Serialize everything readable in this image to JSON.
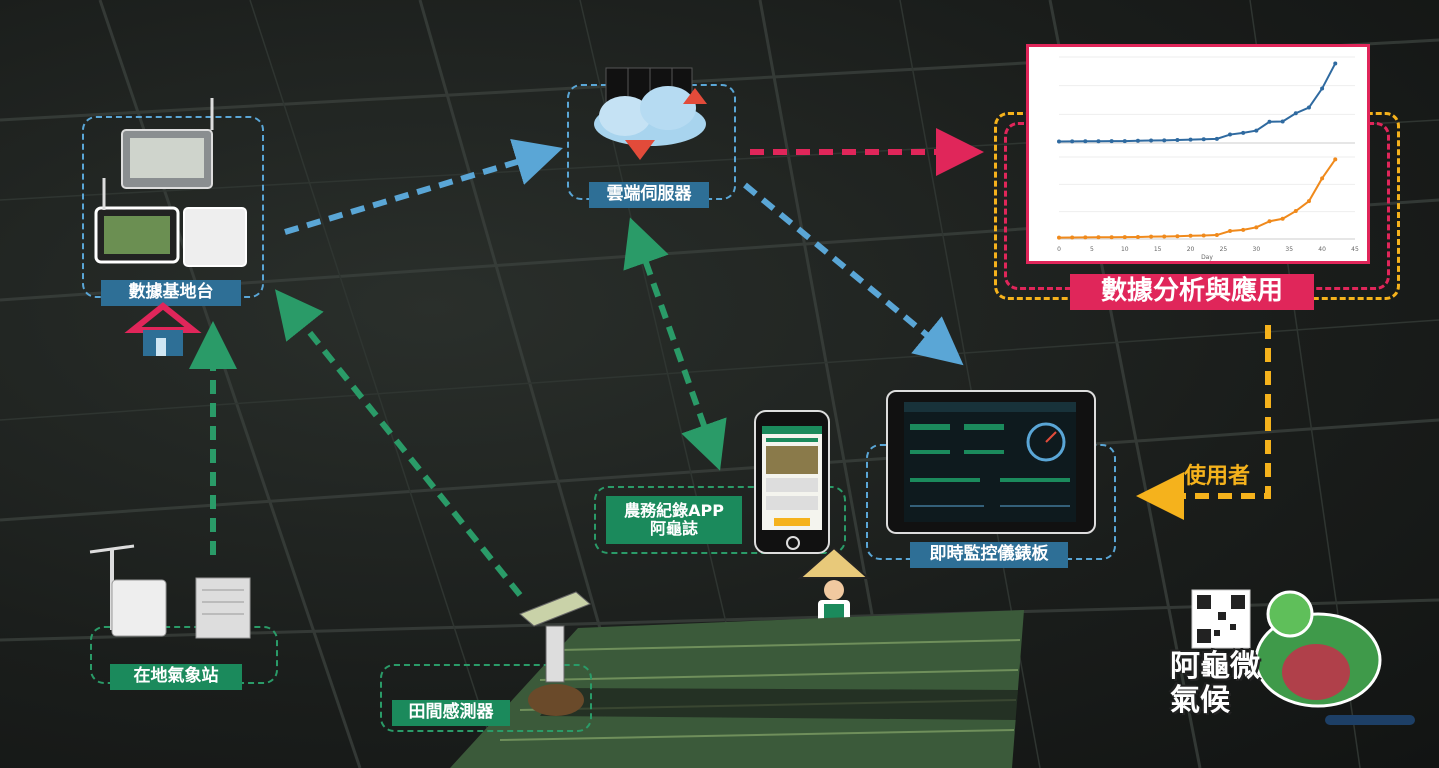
{
  "nodes": {
    "base": "數據基地台",
    "cloud": "雲端伺服器",
    "analysis": "數據分析與應用",
    "app_line1": "農務紀錄APP",
    "app_line2": "阿龜誌",
    "dashboard": "即時監控儀錶板",
    "weather": "在地氣象站",
    "sensor": "田間感測器",
    "user": "使用者"
  },
  "logo": {
    "title": "阿龜微氣候"
  },
  "colors": {
    "blue": "#5aa6d6",
    "green": "#2a9b68",
    "red": "#e0265a",
    "orange": "#f5b21c"
  },
  "chart_data": {
    "type": "line",
    "xlabel": "Day",
    "x_ticks": [
      "0",
      "5",
      "10",
      "15",
      "20",
      "25",
      "30",
      "35",
      "40",
      "45"
    ],
    "series": [
      {
        "x": [
          0,
          2,
          4,
          6,
          8,
          10,
          12,
          14,
          16,
          18,
          20,
          22,
          24,
          26,
          28,
          30,
          32,
          34,
          36,
          38,
          40,
          42
        ],
        "values": [
          21,
          22,
          24,
          25,
          26,
          27,
          31,
          35,
          37,
          41,
          47,
          52,
          58,
          118,
          141,
          173,
          296,
          300,
          415,
          495,
          760,
          1110
        ]
      },
      {
        "x": [
          0,
          2,
          4,
          6,
          8,
          10,
          12,
          14,
          16,
          18,
          20,
          22,
          24,
          26,
          28,
          30,
          32,
          34,
          36,
          38,
          40,
          42
        ],
        "values": [
          21,
          22,
          23,
          25,
          26,
          27,
          30,
          34,
          37,
          41,
          47,
          52,
          58,
          117,
          134,
          171,
          259,
          296,
          409,
          554,
          888,
          1165
        ]
      }
    ]
  }
}
